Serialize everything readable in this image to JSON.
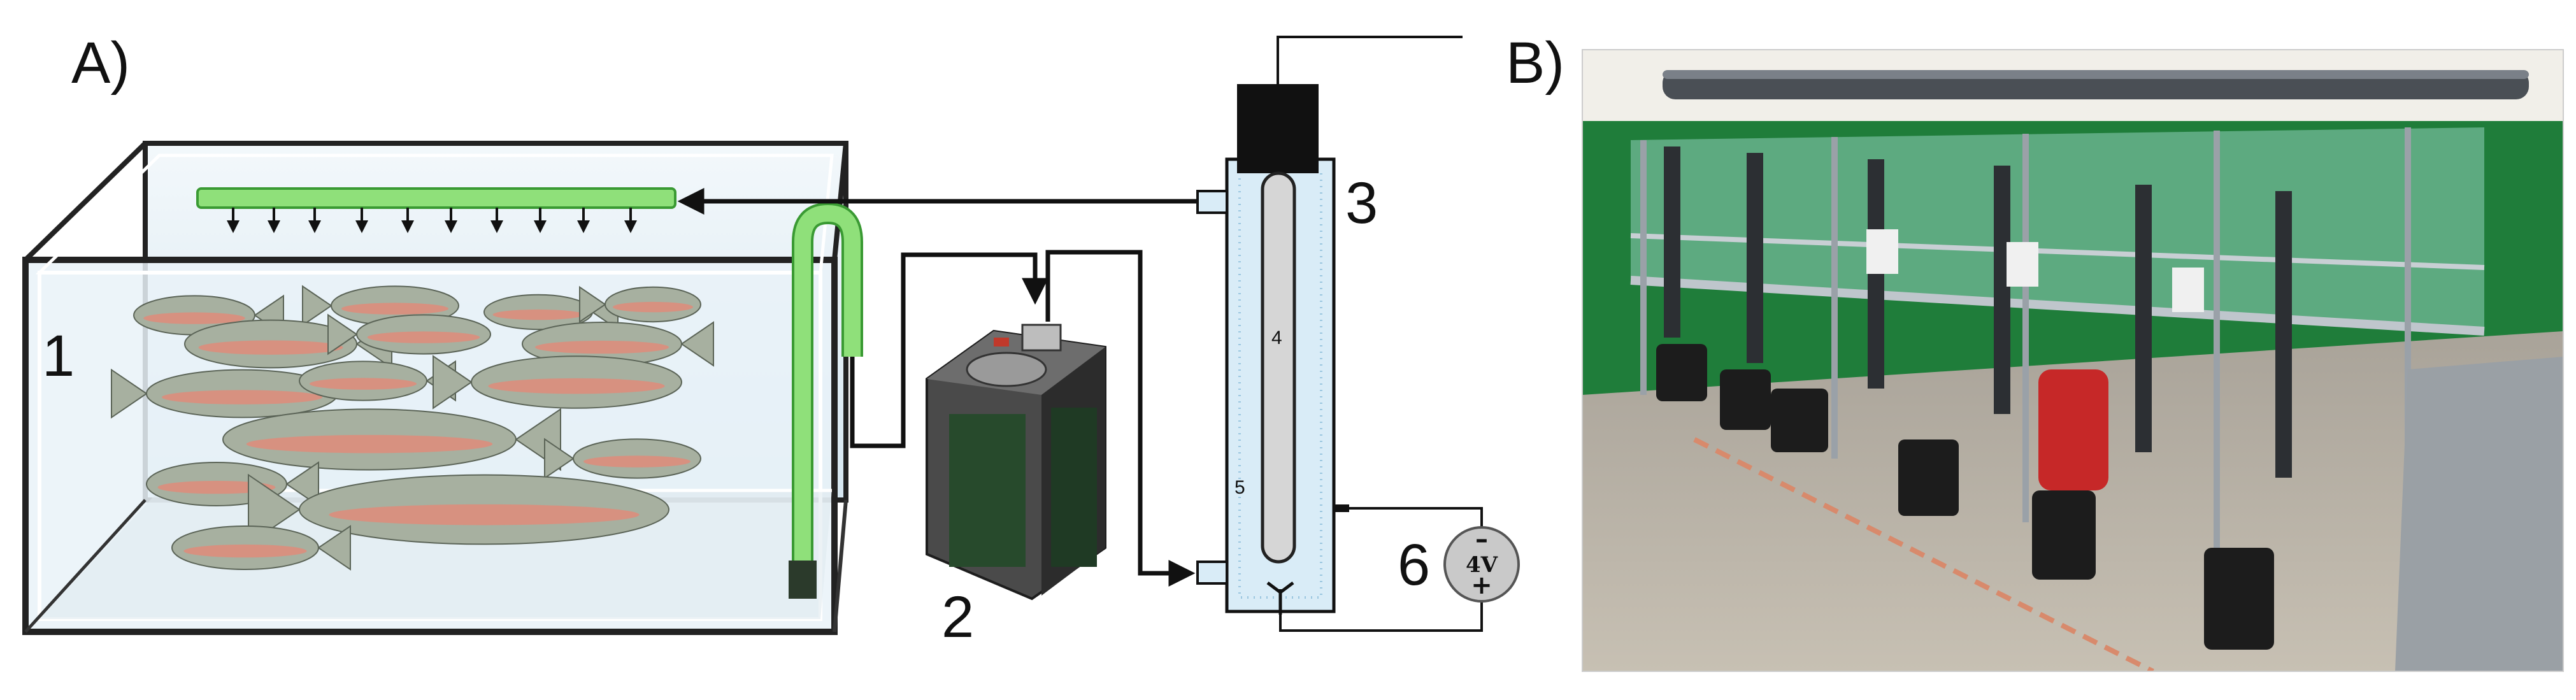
{
  "panels": {
    "a_label": "A)",
    "b_label": "B)"
  },
  "components": {
    "tank": "1",
    "filter": "2",
    "reactor": "3",
    "electrode": "4",
    "chamber": "5",
    "power_supply": "6"
  },
  "power_supply": {
    "voltage": "4V",
    "minus": "–",
    "plus": "+"
  },
  "colors": {
    "pipe_green": "#7ddc6a",
    "reactor_blue": "#d9ecf7",
    "tank_glass": "#e4eff6",
    "fish_body": "#a7b0a0",
    "fish_stripe": "#e48a78",
    "photo_green_wall": "#1f7d3a",
    "photo_floor": "#b5aea3"
  }
}
